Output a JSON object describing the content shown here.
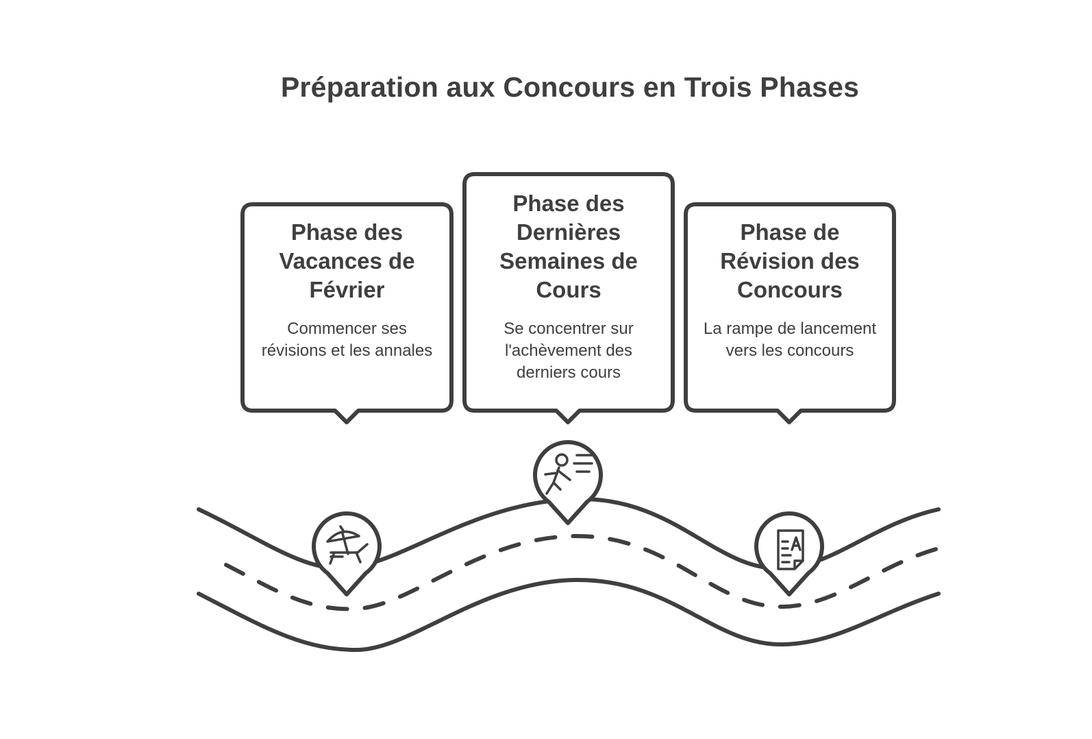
{
  "title": "Préparation aux Concours en Trois Phases",
  "colors": {
    "stroke": "#3f3f3f",
    "background": "#ffffff"
  },
  "phases": [
    {
      "title": "Phase des Vacances de Février",
      "description": "Commencer ses révisions et les annales",
      "icon": "beach-chair-umbrella-icon"
    },
    {
      "title": "Phase des Dernières Semaines de Cours",
      "description": "Se concentrer sur l'achèvement des derniers cours",
      "icon": "running-person-icon"
    },
    {
      "title": "Phase de Révision des Concours",
      "description": "La rampe de lancement vers les concours",
      "icon": "exam-document-icon"
    }
  ]
}
